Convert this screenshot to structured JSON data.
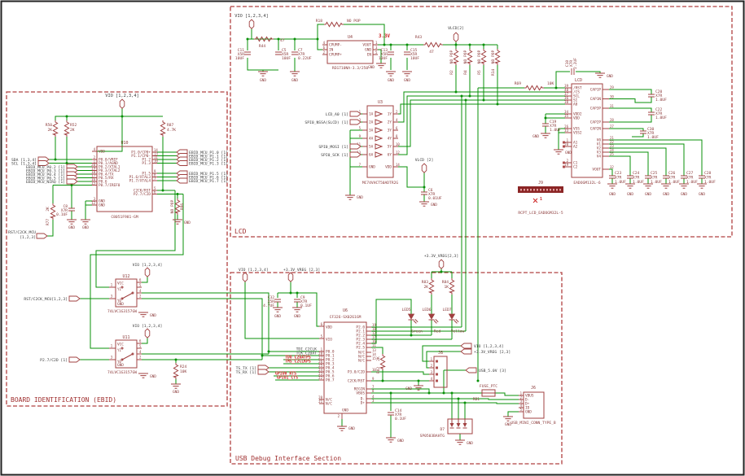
{
  "labels": {
    "gnd": "GND"
  },
  "ebid": {
    "title": "BOARD IDENTIFICATION (EBID)",
    "vio": "VIO [1,2,3,4]",
    "vio2": "VIO [1,2,3,4]",
    "vio3": "VIO [1,2,3,4]",
    "r50": [
      "R50",
      "2K"
    ],
    "r52": [
      "R52",
      "2K"
    ],
    "r87": [
      "R87",
      "4.7K"
    ],
    "u10": {
      "ref": "U10",
      "part": "C8051F981-GM",
      "vn": "4",
      "vnm": "VDD",
      "ln": [
        "2",
        "1",
        "20",
        "19",
        "18",
        "17",
        "16",
        "15"
      ],
      "lnm": [
        "P0.0/VREF",
        "P0.1/AGND",
        "P0.2/XTAL1",
        "P0.3/XTAL2",
        "P0.4/TX",
        "P0.5/RX",
        "P0.6",
        "P0.7/IREF0"
      ],
      "gn": [
        "3",
        "12"
      ],
      "gnm": [
        "GND",
        "GND"
      ],
      "rnm1": [
        "P1.0/CP0+",
        "P1.1/CP0-",
        "P1.2",
        "P1.3"
      ],
      "rn1": [
        "14",
        "13",
        "11",
        "10"
      ],
      "rnm2": [
        "P1.5",
        "P1.6/XTAL3",
        "P1.7/XTAL4"
      ],
      "rn2": [
        "9",
        "8",
        "7"
      ],
      "rnm3": [
        "C2CK/RST",
        "P2.7/C2D"
      ],
      "rn3": [
        "5",
        "6"
      ]
    },
    "lflags1": [
      "SDA [1,3,4]",
      "SCL [1,3,4]"
    ],
    "lflags2": [
      "EBID_MCU_P0.2 [1]",
      "EBID_MCU_P0.3 [1]",
      "EBID_MCU_P0.4 [1]",
      "EBID_MCU_P0.5 [1]",
      "EBID_MCU_NIRQ [1]"
    ],
    "rflags1": [
      "EBID_MCU_P1.0 [1]",
      "EBID_MCU_P1.1 [1]",
      "EBID_MCU_P1.2 [1]",
      "EBID_MCU_P1.3 [1]"
    ],
    "rflags2": [
      "EBID_MCU_P1.5 [1]",
      "EBID_MCU_P1.6 [1]",
      "EBID_MCU_P1.7 [1]"
    ],
    "r77": [
      "2K",
      "R77"
    ],
    "c8": [
      "C8",
      "X7R",
      "0.1UF"
    ],
    "r86": [
      "NO POP",
      "R86"
    ],
    "rstflag": [
      "RST/C2CK_MCU",
      "[1,2,3]"
    ],
    "rstflag2": "RST/C2CK_MCU[1,2,3]",
    "p27flag": "P2.7/C2D [1]",
    "u12": {
      "ref": "U12",
      "part": "74LVC1G3157GW"
    },
    "u11": {
      "ref": "U11",
      "part": "74LVC1G3157GW"
    },
    "sw": {
      "vcc": "VCC",
      "gnd": "GND",
      "y1": "Y1",
      "y0": "Y0",
      "ln": [
        "1",
        "3"
      ],
      "rn": [
        "6",
        "5",
        "4",
        "2"
      ]
    },
    "r24": [
      "R24",
      "10K"
    ]
  },
  "lcd": {
    "title": "LCD",
    "vio": "VIO [1,2,3,4]",
    "r44": [
      "R44",
      "47"
    ],
    "c11": [
      "C11",
      "X5R",
      "10UF"
    ],
    "c5": [
      "C5",
      "X5R",
      "10UF"
    ],
    "c7": [
      "C7",
      "X7R",
      "0.22UF"
    ],
    "r18": [
      "R18",
      "NO POP"
    ],
    "u4": {
      "ref": "U4",
      "part": "REG710NA-3.3/250",
      "ln": [
        "4",
        "6",
        "2"
      ],
      "lnm": [
        "CPUMP-",
        "IN",
        "CPUMP+"
      ],
      "rnm": [
        "VOUT",
        "GND",
        "EN"
      ],
      "rn": [
        "1",
        "3",
        "5"
      ]
    },
    "v33": "3.3V",
    "c13": [
      "C13",
      "X5R",
      "10UF"
    ],
    "c15": [
      "C15",
      "X5R",
      "10UF"
    ],
    "r43": [
      "R43",
      "47"
    ],
    "vlcd": "VLCD[2]",
    "vlcd2": "VLCD [2]",
    "pullups": [
      "R2",
      "R4",
      "R5",
      "R14"
    ],
    "nopops": [
      "NO POP",
      "NO POP",
      "NO POP",
      "NO POP"
    ],
    "r69": [
      "R69",
      "10K"
    ],
    "u3": {
      "ref": "U3",
      "part": "MC74VHCT50ADTR2G",
      "ln": [
        "1",
        "3",
        "5",
        "9",
        "11",
        "13"
      ],
      "lnm": [
        "1A",
        "2A",
        "3A",
        "4A",
        "5A",
        "6A"
      ],
      "rnm": [
        "1Y",
        "2Y",
        "3Y",
        "4Y",
        "5Y",
        "6Y"
      ],
      "rn": [
        "2",
        "4",
        "6",
        "8",
        "10",
        "12"
      ],
      "gn": "7",
      "gnm": "GND",
      "vn": "14",
      "vnm": "VDD"
    },
    "flags": {
      "a0": "LCD_A0 [1]",
      "nss": "SPI0_NSSA(SLCD) [1]",
      "mosi": "SPI0_MOSI [1]",
      "sck": "SPI0_SCK [1]"
    },
    "c6": [
      "C6",
      "X7R",
      "0.01UF"
    ],
    "c19": [
      "C19",
      "X7R",
      "1.0UF"
    ],
    "c10": [
      "C10",
      "X7R",
      "2.2UF"
    ],
    "disp": {
      "ref": "LCD",
      "part": "EADOGM132L-6",
      "ln1": [
        "39",
        "40",
        "37",
        "36",
        "38"
      ],
      "lnm1": [
        "/RST",
        "/CS",
        "SCL",
        "SI",
        "A0"
      ],
      "ln2": [
        "34",
        "35"
      ],
      "lnm2": [
        "VDD2",
        "VDD"
      ],
      "ln3": [
        "26",
        "33"
      ],
      "lnm3": [
        "VSS",
        "VSS2"
      ],
      "ln4": [
        "1",
        "20"
      ],
      "lnm4": [
        "A1",
        "A2"
      ],
      "ln5": [
        "2",
        "19"
      ],
      "lnm5": [
        "C1",
        "C2"
      ],
      "rnm1": [
        "CAP1P",
        "CAP1N",
        "CAP3P"
      ],
      "rn1": [
        "29",
        "30",
        "31"
      ],
      "rnm2": [
        "CAP2P",
        "CAP2N"
      ],
      "rn2": [
        "28",
        "27"
      ],
      "rnm3": [
        "V0",
        "V1",
        "V2",
        "V3",
        "V4"
      ],
      "rn3": [
        "21",
        "22",
        "23",
        "24",
        "25"
      ],
      "rnm4": "VOUT",
      "rn4": "32"
    },
    "c20": [
      "C20",
      "X7R",
      "1.0UF"
    ],
    "c22": [
      "C22",
      "X7R",
      "1.0UF"
    ],
    "c30": [
      "C30",
      "X7R",
      "1.0UF"
    ],
    "bcaps": [
      "C23",
      "C24",
      "C25",
      "C26",
      "C27",
      "C28"
    ],
    "bx7r": [
      "X7R",
      "X7R",
      "X7R",
      "X7R",
      "X7R",
      "X7R"
    ],
    "bval": [
      "1.0UF",
      "1.0UF",
      "1.0UF",
      "1.0UF",
      "1.0UF",
      "1.0UF"
    ],
    "bgnd": [
      "GND",
      "GND",
      "GND",
      "GND",
      "GND",
      "GND"
    ],
    "j9": {
      "ref": "J9",
      "part": "RCPT_LCD_EADOGM32L-5",
      "one": "1"
    }
  },
  "usb": {
    "title": "USB Debug Interface Section",
    "vio": "VIO [1,2,3,4]",
    "vreg": "+3.3V_VREG [2,3]",
    "c32": [
      "C32",
      "X5R",
      "4.7UF"
    ],
    "c9": [
      "C9",
      "X7R",
      "0.1UF"
    ],
    "u6": {
      "ref": "U6",
      "part": "CF326-SX0261GM",
      "vddn": "6",
      "vdd": "VDD",
      "vion": "5",
      "vio": "VIO",
      "ln": [
        "1",
        "28",
        "27",
        "26",
        "25",
        "24",
        "23",
        "22"
      ],
      "lnm": [
        "P0.0",
        "P0.1",
        "P0.2",
        "P0.3",
        "P0.4",
        "P0.5",
        "P0.6",
        "P0.7"
      ],
      "ncn": [
        "20",
        "21"
      ],
      "ncm": [
        "N/C",
        "N/C"
      ],
      "gnd": "GND",
      "gndn": "2",
      "rn1": [
        "19",
        "18",
        "12",
        "17",
        "16",
        "11"
      ],
      "rnm1": [
        "P2.0",
        "P2.1",
        "P2.2",
        "P2.3",
        "P2.4",
        "P2.5"
      ],
      "rn2": [
        "13",
        "14",
        "15"
      ],
      "rnm2": [
        "N/C",
        "N/C",
        "N/C"
      ],
      "rn3": [
        "10",
        "9"
      ],
      "rnm3": [
        "P3.0/C2D",
        "C2CK/RST"
      ],
      "rn4a": [
        "7",
        "8"
      ],
      "rnm4a": [
        "REGIN",
        "VBUS"
      ],
      "rn4b": [
        "4",
        "3"
      ],
      "rnm4b": [
        "D-",
        "D+"
      ]
    },
    "sig1": [
      "TDI_C2CLK",
      "TCK_C2DAT"
    ],
    "sig2": [
      "TDO_C2DATPS",
      "TMS_C2CLKPS"
    ],
    "gpio0": "GPIO0_RTS",
    "gpio1": "GPIO1_CTS",
    "ts": [
      "TS_TX [1]",
      "TS_RX [1]"
    ],
    "vreg2": "+3.3V_VREG[2,3]",
    "r83": [
      "R83",
      "2K"
    ],
    "r84": [
      "R84",
      "1K"
    ],
    "r82": [
      "2K",
      "R82"
    ],
    "led_refs": [
      "LED5",
      "LED6",
      "LED7"
    ],
    "led_colors": [
      "Green",
      "Red",
      "Yellow"
    ],
    "j8": {
      "ref": "J8",
      "nums": [
        "1",
        "2",
        "3",
        "4"
      ]
    },
    "fvio": "VIO [1,2,3,4]",
    "fvreg": "+3.3V_VREG [2,3]",
    "f5v": "USB_5.0V [3]",
    "fuse": {
      "name": "FUSE_PTC",
      "ref": "RB1"
    },
    "j6": {
      "ref": "J6",
      "part": "USB_MINI_CONN_TYPE_B",
      "nums": [
        "1",
        "2",
        "3",
        "4",
        "5"
      ],
      "names": [
        "VBUS",
        "D-",
        "D+",
        "ID",
        "GND"
      ]
    },
    "d7": {
      "ref": "D7",
      "part": "SP0503BAHTG"
    },
    "c14": [
      "C14",
      "X7R",
      "0.1UF"
    ]
  }
}
